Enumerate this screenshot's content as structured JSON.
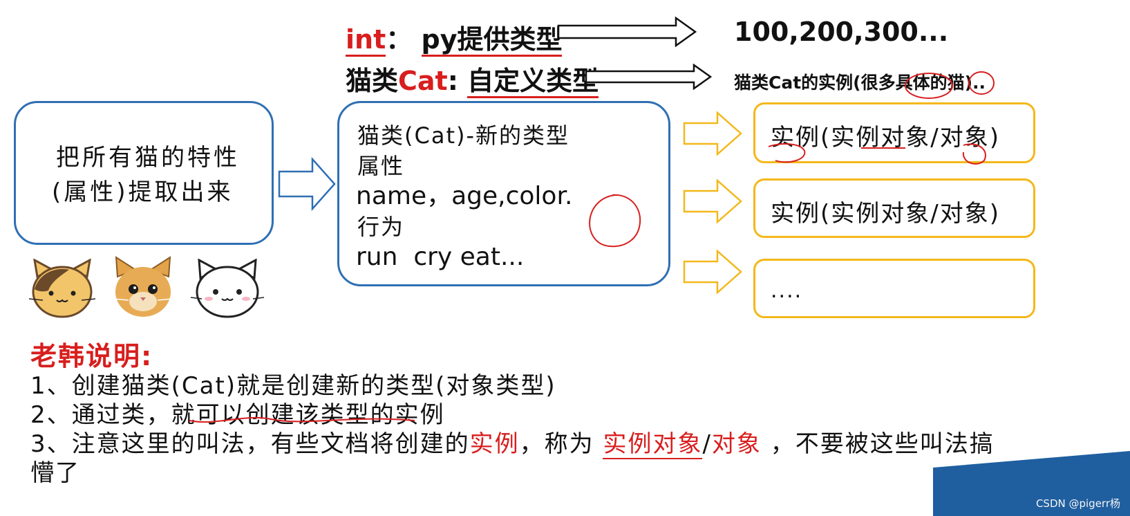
{
  "header": {
    "int_word": "int",
    "int_colon": "：",
    "int_desc": "py提供类型",
    "int_examples": "100,200,300...",
    "cat_prefix": "猫类",
    "cat_word": "Cat",
    "cat_colon": ":",
    "cat_desc": "自定义类型",
    "cat_examples": "猫类Cat的实例(很多具体的猫).."
  },
  "left_box": {
    "line1": "把所有猫的特性",
    "line2": "(属性)提取出来"
  },
  "class_box": {
    "title": "猫类(Cat)-新的类型",
    "attr_label": "属性",
    "attrs": "name，age,color.",
    "behavior_label": "行为",
    "behaviors": "run  cry eat..."
  },
  "instances": [
    "实例(实例对象/对象)",
    "实例(实例对象/对象)",
    "...."
  ],
  "notes": {
    "title": "老韩说明:",
    "line1": "1、创建猫类(Cat)就是创建新的类型(对象类型)",
    "line2": "2、通过类，就可以创建该类型的实例",
    "line3_a": "3、注意这里的叫法，有些文档将创建的",
    "line3_b": "实例",
    "line3_c": "，称为 ",
    "line3_d": "实例对象",
    "line3_e": "/",
    "line3_f": "对象",
    "line3_g": " ，不要被这些叫法搞",
    "line4": "懵了"
  },
  "watermark": "CSDN @pigerr杨",
  "colors": {
    "blue_border": "#2f6fb3",
    "yellow_border": "#f3b81a",
    "red_text": "#d81e1e",
    "corner_blue": "#1f5fa0"
  },
  "icons": [
    "arrow-right-outline-icon",
    "arrow-right-hollow-icon",
    "cat-face-icon"
  ]
}
